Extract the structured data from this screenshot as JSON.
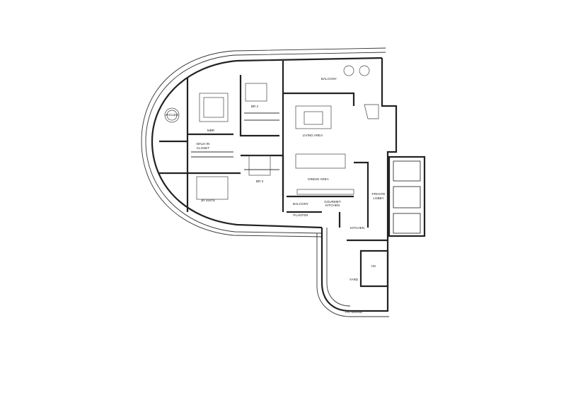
{
  "plan": {
    "rooms": {
      "balcony_top": "BALCONY",
      "br2": "BR 2",
      "mbr": "MBR",
      "jacuzzi": "JACUZZI",
      "walk_in_closet_1": "WALK-IN",
      "walk_in_closet_2": "CLOSET",
      "living": "LIVING AREA",
      "dining": "DINING AREA",
      "br3": "BR 3",
      "jr_suite": "JR SUITE",
      "balcony_bottom": "BALCONY",
      "planter": "PLANTER",
      "gourmet_kitchen_1": "GOURMET",
      "gourmet_kitchen_2": "KITCHEN",
      "private_lobby_1": "PRIVATE",
      "private_lobby_2": "LOBBY",
      "kitchen": "KITCHEN",
      "yard": "YARD",
      "hs": "HS",
      "ac_ledge": "A/C LEDGE"
    }
  }
}
